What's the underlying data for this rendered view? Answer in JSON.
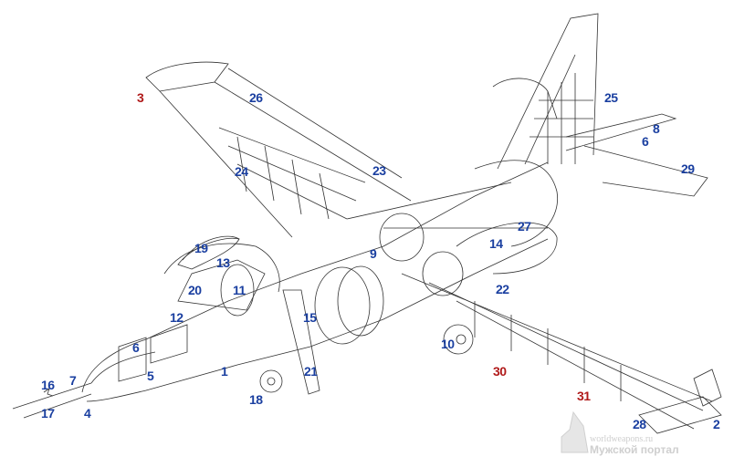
{
  "title": "Su-25 cutaway diagram",
  "colors": {
    "label_blue": "#1a3fa0",
    "label_red": "#b01a1a",
    "line": "#333333"
  },
  "labels": [
    {
      "id": "l1",
      "text": "1",
      "color": "blue"
    },
    {
      "id": "l2",
      "text": "2",
      "color": "blue"
    },
    {
      "id": "l3",
      "text": "3",
      "color": "red"
    },
    {
      "id": "l4",
      "text": "4",
      "color": "blue"
    },
    {
      "id": "l5",
      "text": "5",
      "color": "blue"
    },
    {
      "id": "l6a",
      "text": "6",
      "color": "blue"
    },
    {
      "id": "l6b",
      "text": "6",
      "color": "blue"
    },
    {
      "id": "l7",
      "text": "7",
      "color": "blue"
    },
    {
      "id": "l8",
      "text": "8",
      "color": "blue"
    },
    {
      "id": "l9",
      "text": "9",
      "color": "blue"
    },
    {
      "id": "l10",
      "text": "10",
      "color": "blue"
    },
    {
      "id": "l11",
      "text": "11",
      "color": "blue"
    },
    {
      "id": "l12",
      "text": "12",
      "color": "blue"
    },
    {
      "id": "l13",
      "text": "13",
      "color": "blue"
    },
    {
      "id": "l14",
      "text": "14",
      "color": "blue"
    },
    {
      "id": "l15",
      "text": "15",
      "color": "blue"
    },
    {
      "id": "l16",
      "text": "16",
      "color": "blue"
    },
    {
      "id": "l17",
      "text": "17",
      "color": "blue"
    },
    {
      "id": "l18",
      "text": "18",
      "color": "blue"
    },
    {
      "id": "l19",
      "text": "19",
      "color": "blue"
    },
    {
      "id": "l20",
      "text": "20",
      "color": "blue"
    },
    {
      "id": "l21",
      "text": "21",
      "color": "blue"
    },
    {
      "id": "l22",
      "text": "22",
      "color": "blue"
    },
    {
      "id": "l23",
      "text": "23",
      "color": "blue"
    },
    {
      "id": "l24",
      "text": "24",
      "color": "blue"
    },
    {
      "id": "l25",
      "text": "25",
      "color": "blue"
    },
    {
      "id": "l26",
      "text": "26",
      "color": "blue"
    },
    {
      "id": "l27",
      "text": "27",
      "color": "blue"
    },
    {
      "id": "l28",
      "text": "28",
      "color": "blue"
    },
    {
      "id": "l29",
      "text": "29",
      "color": "blue"
    },
    {
      "id": "l30",
      "text": "30",
      "color": "red"
    },
    {
      "id": "l31",
      "text": "31",
      "color": "red"
    }
  ],
  "watermark": {
    "site": "worldweapons.ru",
    "tagline": "Мужской портал"
  }
}
